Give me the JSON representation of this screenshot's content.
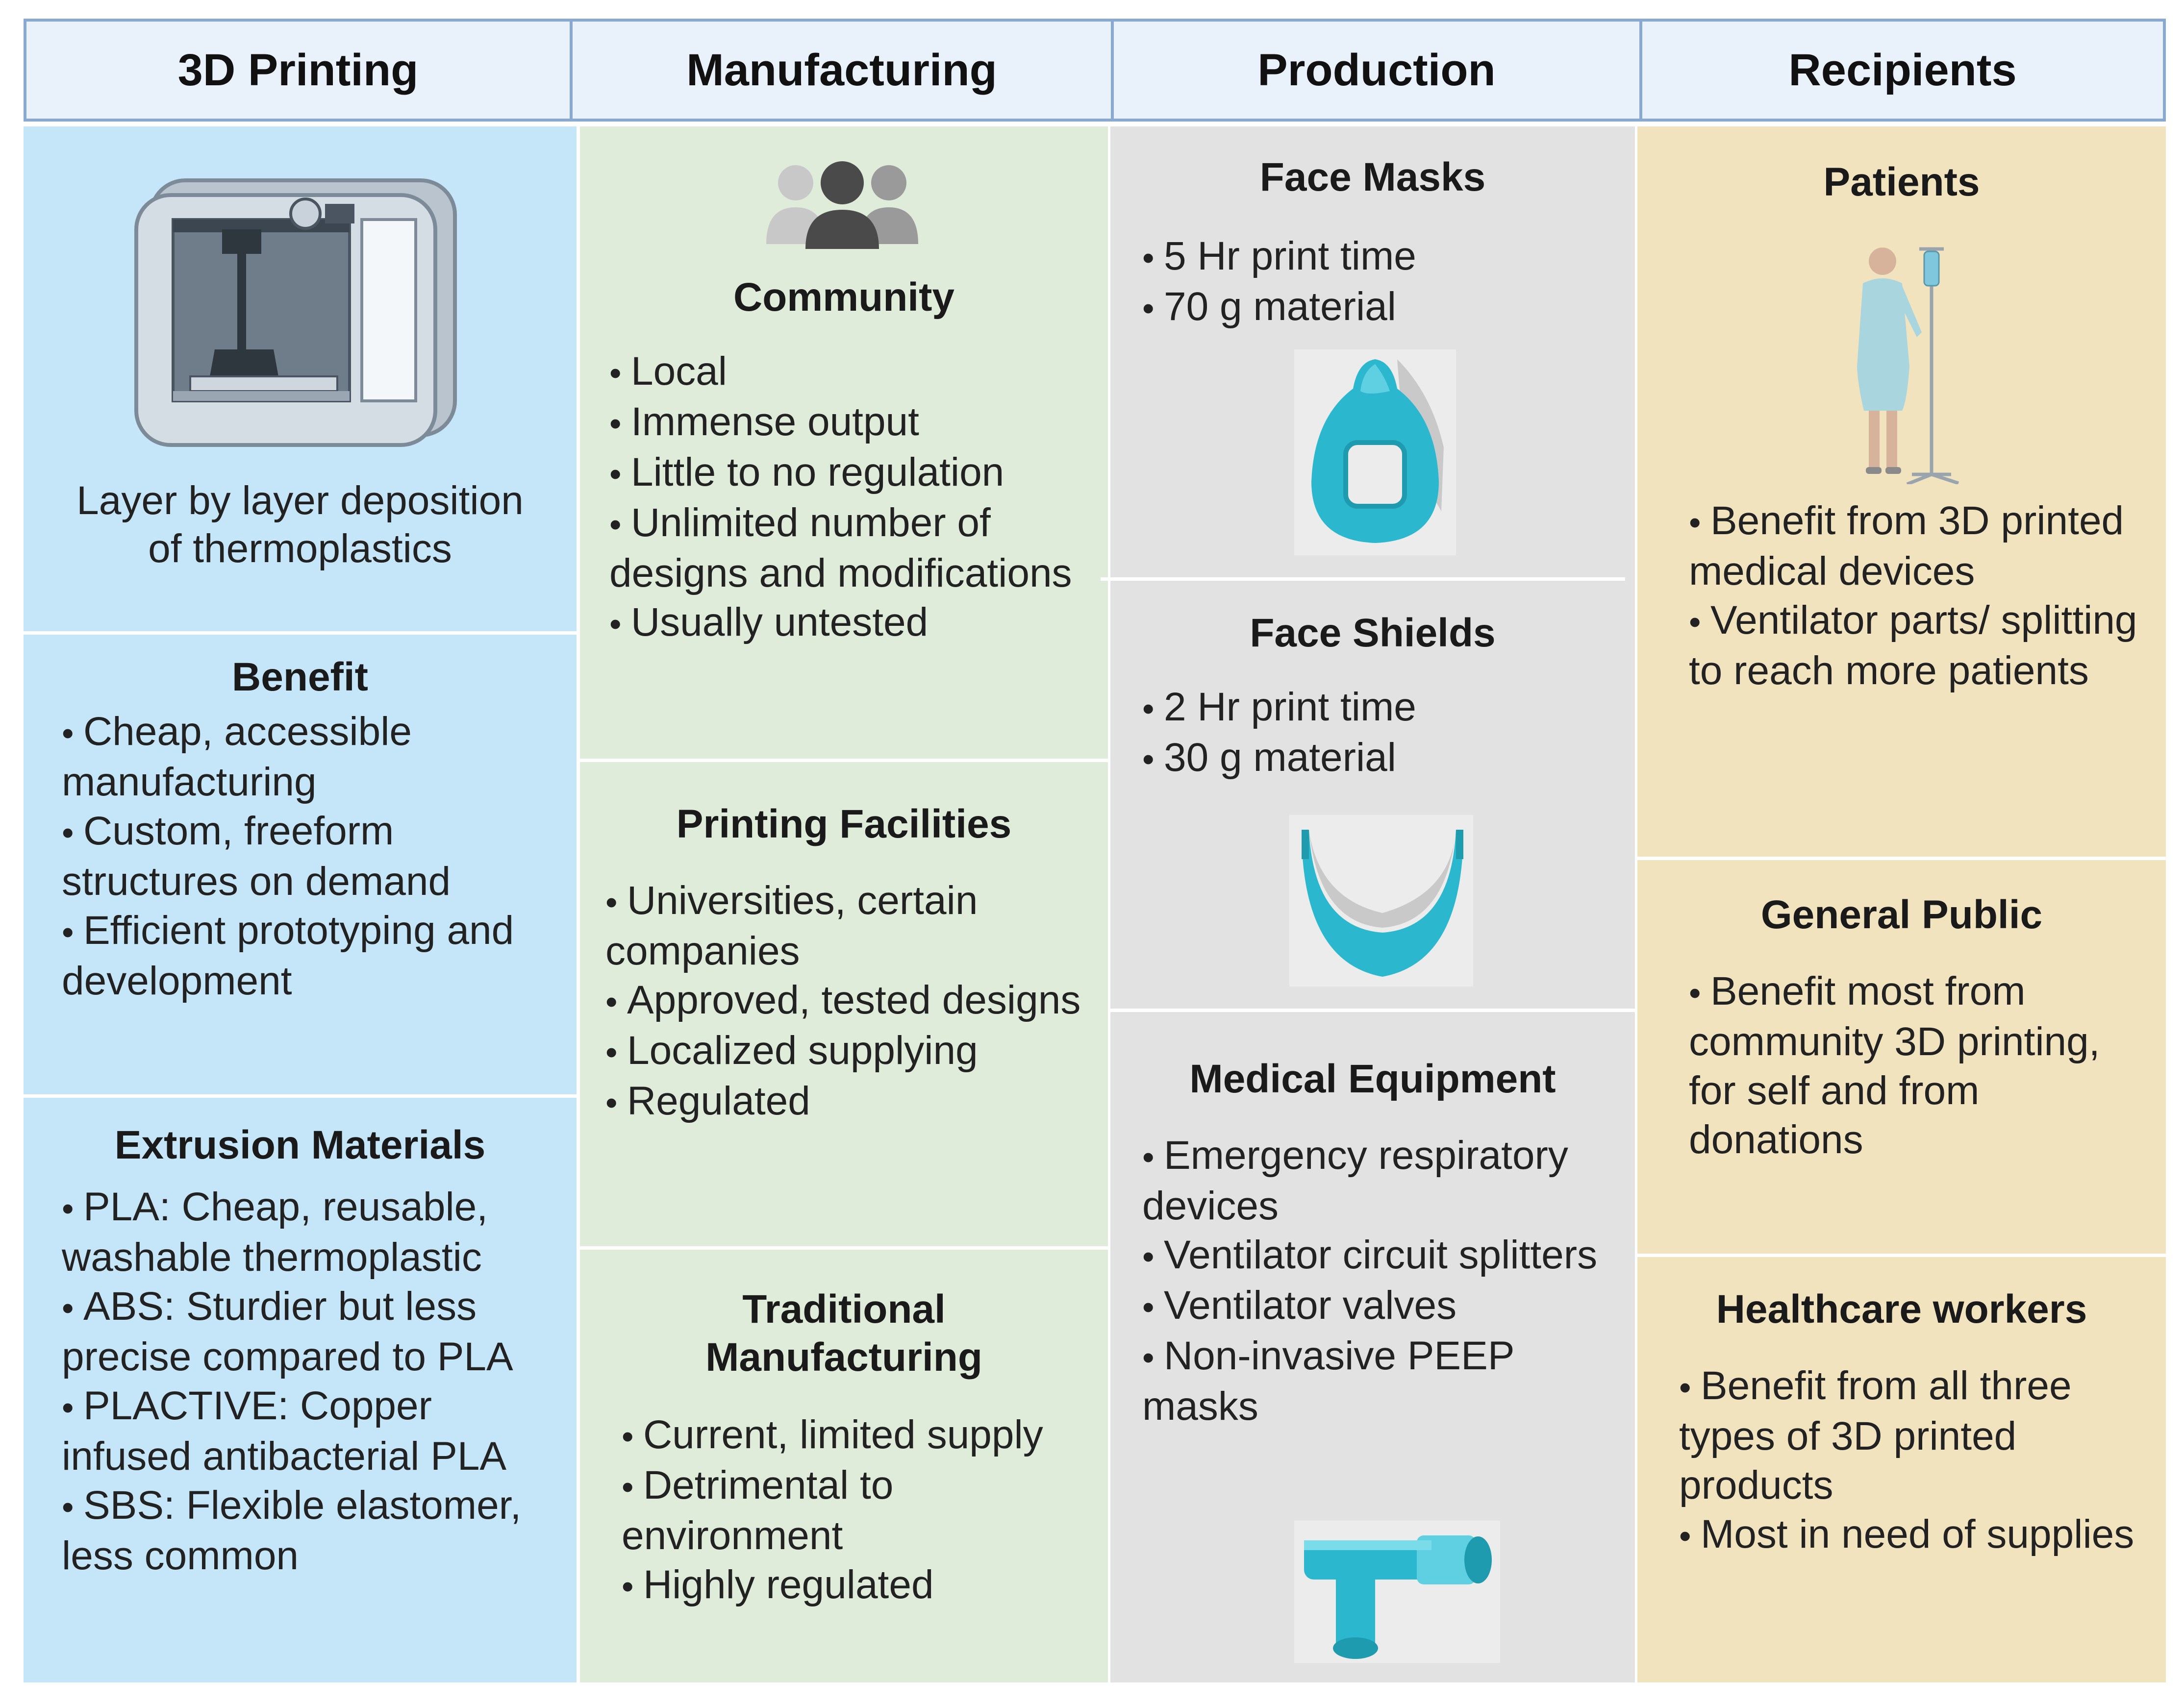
{
  "headers": {
    "print": "3D Printing",
    "mfg": "Manufacturing",
    "prod": "Production",
    "rec": "Recipients"
  },
  "printing": {
    "caption_line1": "Layer by layer deposition",
    "caption_line2": "of thermoplastics",
    "benefit": {
      "title": "Benefit",
      "items": [
        "Cheap, accessible manufacturing",
        "Custom, freeform structures on demand",
        "Efficient prototyping and development"
      ]
    },
    "materials": {
      "title": "Extrusion Materials",
      "items": [
        "PLA: Cheap, reusable, washable thermoplastic",
        "ABS: Sturdier but less precise compared to PLA",
        "PLACTIVE: Copper infused antibacterial PLA",
        "SBS: Flexible elastomer, less common"
      ]
    }
  },
  "manufacturing": {
    "community": {
      "title": "Community",
      "items": [
        "Local",
        "Immense output",
        "Little to no regulation",
        "Unlimited number of designs and modifications",
        "Usually untested"
      ]
    },
    "facilities": {
      "title": "Printing Facilities",
      "items": [
        "Universities, certain companies",
        "Approved, tested designs",
        "Localized supplying",
        "Regulated"
      ]
    },
    "traditional": {
      "title_line1": "Traditional",
      "title_line2": "Manufacturing",
      "items": [
        "Current, limited supply",
        "Detrimental to environment",
        "Highly regulated"
      ]
    }
  },
  "production": {
    "masks": {
      "title": "Face Masks",
      "items": [
        "5 Hr print time",
        "70 g material"
      ]
    },
    "shields": {
      "title": "Face Shields",
      "items": [
        "2 Hr print time",
        "30 g material"
      ]
    },
    "equipment": {
      "title": "Medical Equipment",
      "items": [
        "Emergency respiratory devices",
        "Ventilator circuit splitters",
        "Ventilator valves",
        "Non-invasive PEEP masks"
      ]
    }
  },
  "recipients": {
    "patients": {
      "title": "Patients",
      "items": [
        "Benefit from 3D printed medical devices",
        "Ventilator parts/ splitting to reach more patients"
      ]
    },
    "public": {
      "title": "General Public",
      "items": [
        "Benefit most from community 3D printing, for self and from donations"
      ]
    },
    "workers": {
      "title": "Healthcare workers",
      "items": [
        "Benefit from all three types of 3D printed products",
        "Most in need of supplies"
      ]
    }
  },
  "colors": {
    "print_bg": "#c5e5f8",
    "mfg_bg": "#dfecd9",
    "prod_bg": "#e2e2e2",
    "rec_bg": "#f2e3bf",
    "header_bg": "#e9f1fb",
    "header_border": "#8aa9d0",
    "part_teal": "#2bb8cf"
  }
}
